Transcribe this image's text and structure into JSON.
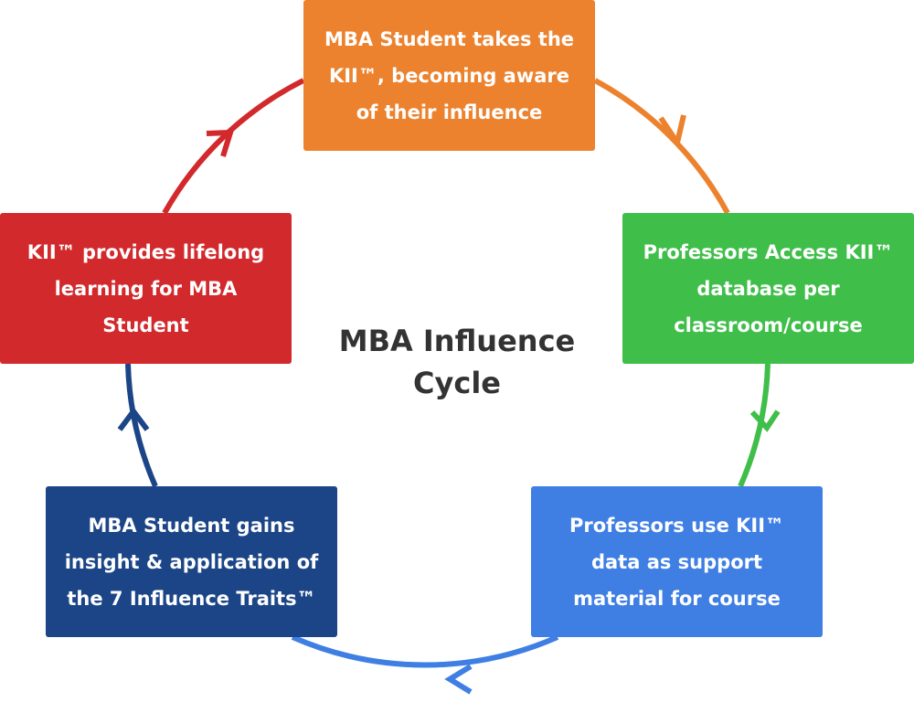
{
  "diagram": {
    "title_line1": "MBA Influence",
    "title_line2": "Cycle",
    "steps": [
      {
        "text": "MBA Student takes the KII™, becoming aware of their influence",
        "color": "#EC822E"
      },
      {
        "text": "Professors Access KII™ database per classroom/course",
        "color": "#40BE4A"
      },
      {
        "text": "Professors use KII™ data as support material for course",
        "color": "#3F7FE4"
      },
      {
        "text": "MBA Student gains insight & application of the 7 Influence Traits™",
        "color": "#1C4587"
      },
      {
        "text": "KII™ provides lifelong learning for MBA Student",
        "color": "#D2292C"
      }
    ]
  }
}
